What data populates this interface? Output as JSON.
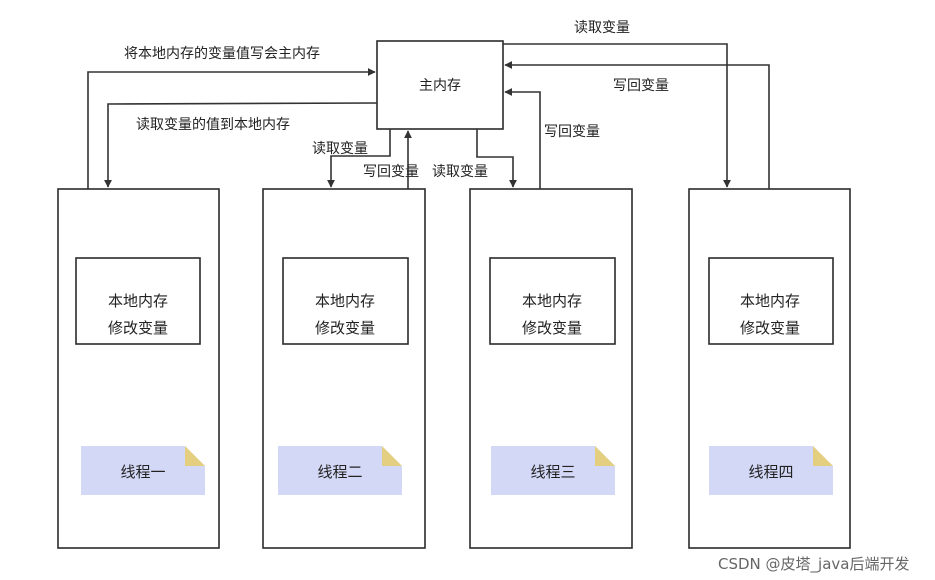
{
  "main_memory": {
    "label": "主内存"
  },
  "threads": [
    {
      "name": "线程一",
      "local_memory": "本地内存",
      "action": "修改变量"
    },
    {
      "name": "线程二",
      "local_memory": "本地内存",
      "action": "修改变量"
    },
    {
      "name": "线程三",
      "local_memory": "本地内存",
      "action": "修改变量"
    },
    {
      "name": "线程四",
      "local_memory": "本地内存",
      "action": "修改变量"
    }
  ],
  "edge_labels": {
    "t1_write": "将本地内存的变量值写会主内存",
    "t1_read": "读取变量的值到本地内存",
    "t2_read": "读取变量",
    "t2_write": "写回变量",
    "t3_read": "读取变量",
    "t3_write": "写回变量",
    "t4_read": "读取变量",
    "t4_write": "写回变量"
  },
  "watermark": "CSDN @皮塔_java后端开发",
  "colors": {
    "note_fill": "#d4d8f7",
    "note_fold": "#e3cf7f",
    "stroke": "#2b2b2b"
  }
}
